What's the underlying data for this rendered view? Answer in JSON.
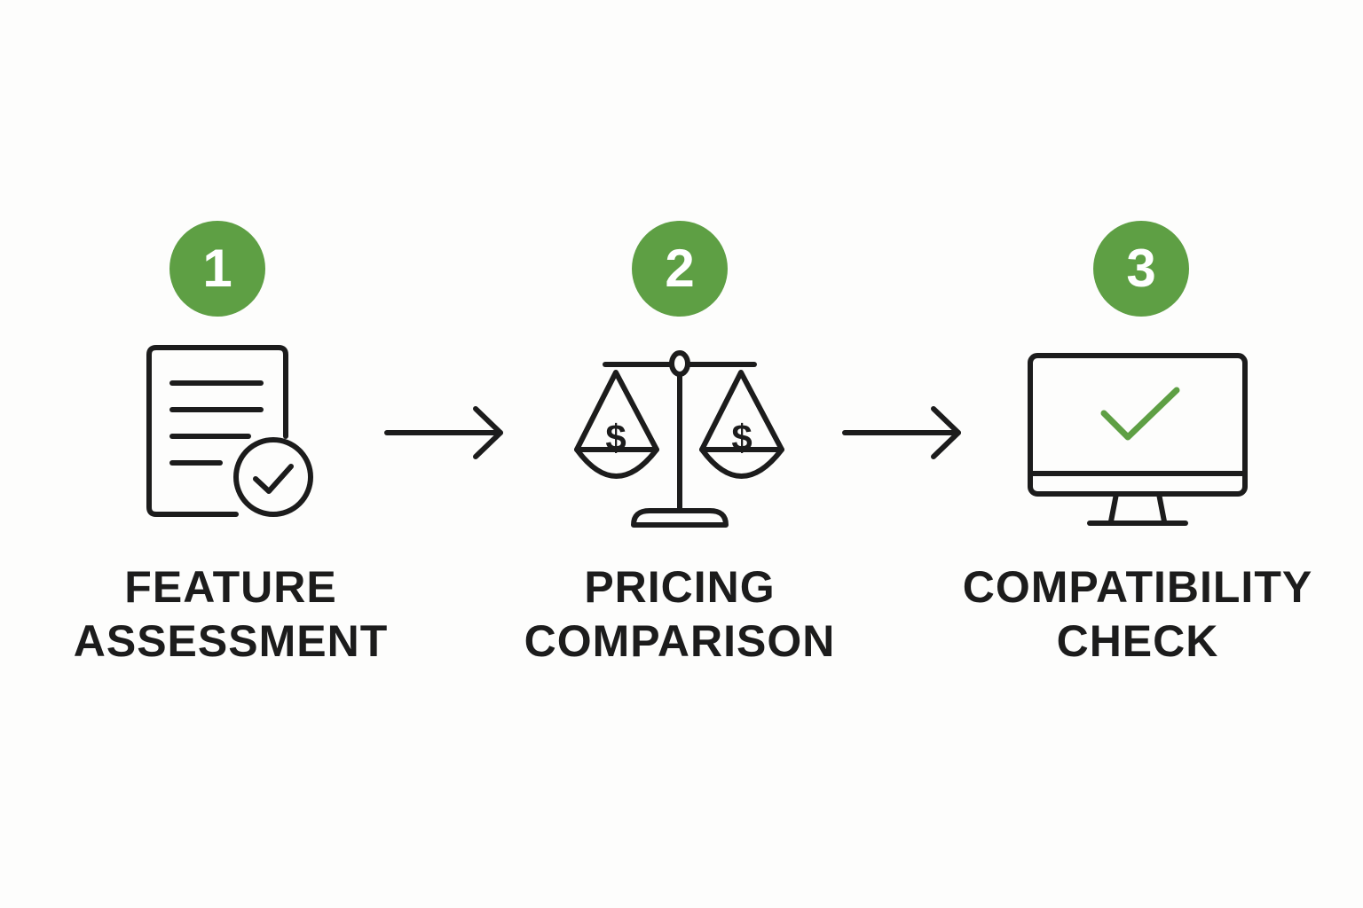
{
  "steps": [
    {
      "number": "1",
      "icon": "document-check-icon",
      "label_line1": "FEATURE",
      "label_line2": "ASSESSMENT"
    },
    {
      "number": "2",
      "icon": "balance-scale-dollar-icon",
      "label_line1": "PRICING",
      "label_line2": "COMPARISON"
    },
    {
      "number": "3",
      "icon": "monitor-check-icon",
      "label_line1": "COMPATIBILITY",
      "label_line2": "CHECK"
    }
  ],
  "icons": {
    "scale_symbol": "$"
  },
  "colors": {
    "accent": "#5e9f44",
    "ink": "#1c1c1c",
    "background": "#fdfdfc"
  }
}
